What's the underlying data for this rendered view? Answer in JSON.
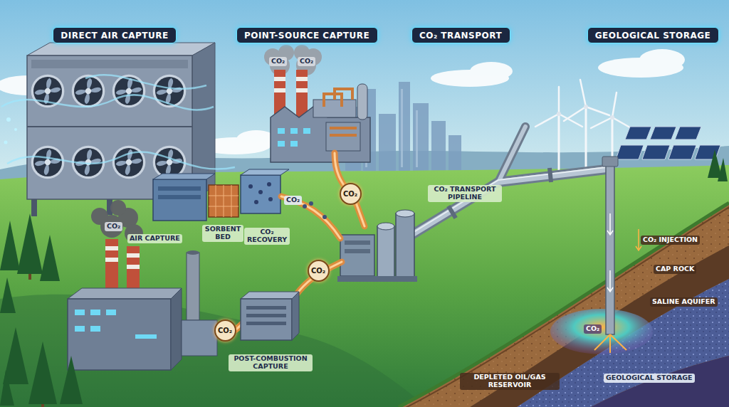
{
  "diagram": {
    "nodes": [
      {
        "text": [
          "DIRECT AIR CAPTURE"
        ]
      },
      {
        "text": [
          "POINT-SOURCE CAPTURE"
        ]
      },
      {
        "text": [
          "CO₂ TRANSPORT"
        ]
      },
      {
        "text": [
          "GEOLOGICAL STORAGE"
        ]
      },
      {
        "text": [
          "CO₂"
        ]
      },
      {
        "text": [
          "CO₂"
        ]
      },
      {
        "text": [
          "CO₂"
        ]
      }
    ],
    "labels": [
      "CO₂",
      "CO₂",
      "CO₂",
      "CO₂",
      "AIR CAPTURE",
      "SORBENT BED",
      "CO₂ RECOVERY",
      "CO₂ TRANSPORT PIPELINE",
      "CO₂ INJECTION",
      "CAP ROCK",
      "SALINE AQUIFER",
      "CO₂",
      "POST-COMBUSTION CAPTURE",
      "DEPLETED OIL/GAS RESERVOIR",
      "GEOLOGICAL STORAGE"
    ]
  }
}
